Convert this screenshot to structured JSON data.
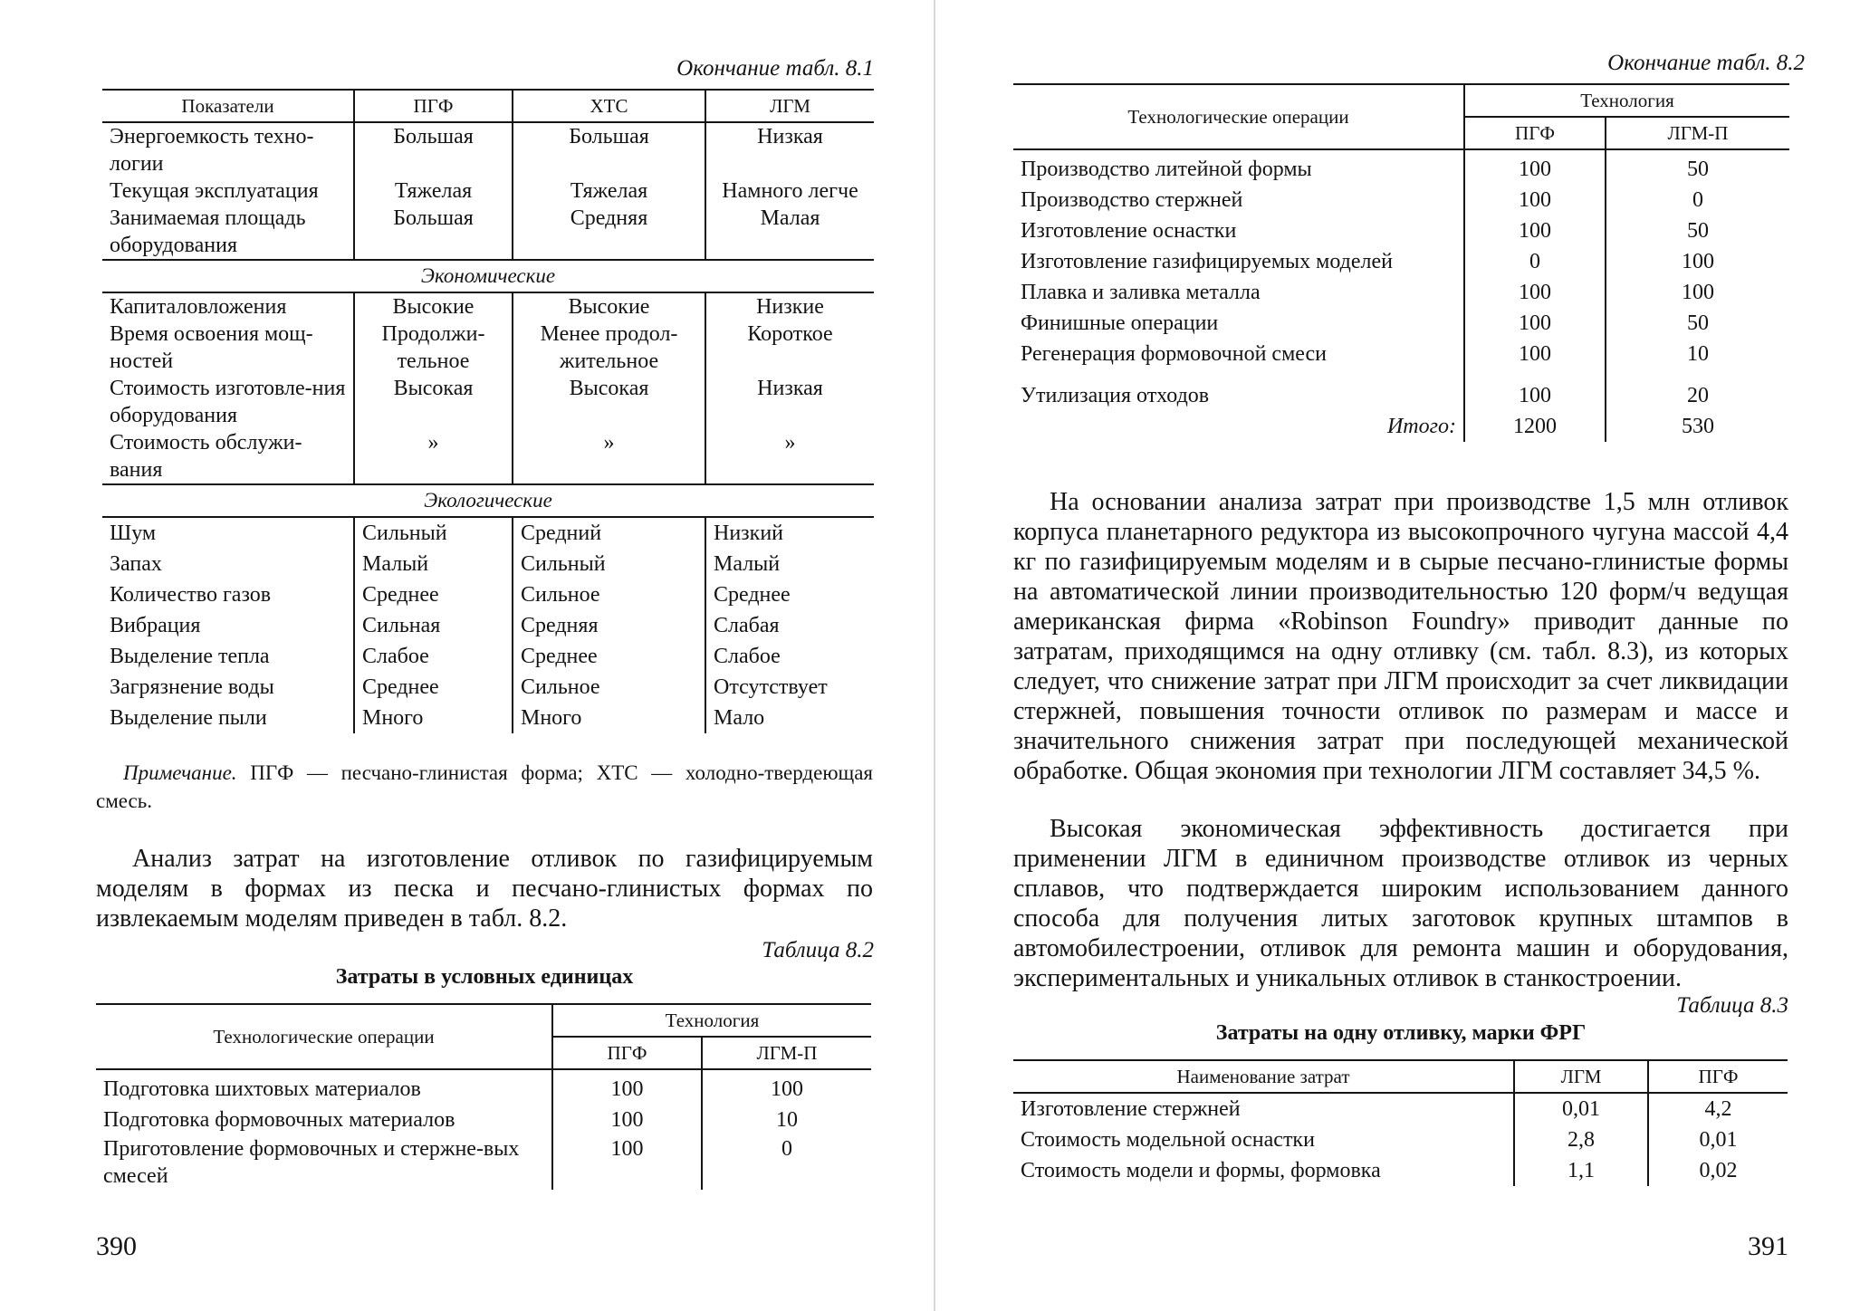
{
  "left": {
    "caption_8_1": "Окончание табл. 8.1",
    "t81": {
      "headers": [
        "Показатели",
        "ПГФ",
        "ХТС",
        "ЛГМ"
      ],
      "rows_a": [
        [
          "Энергоемкость техно-логии",
          "Большая",
          "Большая",
          "Низкая"
        ],
        [
          "Текущая эксплуатация",
          "Тяжелая",
          "Тяжелая",
          "Намного легче"
        ],
        [
          "Занимаемая площадь оборудования",
          "Большая",
          "Средняя",
          "Малая"
        ]
      ],
      "section_econ": "Экономические",
      "rows_b": [
        [
          "Капиталовложения",
          "Высокие",
          "Высокие",
          "Низкие"
        ],
        [
          "Время освоения мощ-ностей",
          "Продолжи-тельное",
          "Менее продол-жительное",
          "Короткое"
        ],
        [
          "Стоимость изготовле-ния оборудования",
          "Высокая",
          "Высокая",
          "Низкая"
        ],
        [
          "Стоимость обслужи-вания",
          "»",
          "»",
          "»"
        ]
      ],
      "section_eco": "Экологические",
      "rows_c": [
        [
          "Шум",
          "Сильный",
          "Средний",
          "Низкий"
        ],
        [
          "Запах",
          "Малый",
          "Сильный",
          "Малый"
        ],
        [
          "Количество газов",
          "Среднее",
          "Сильное",
          "Среднее"
        ],
        [
          "Вибрация",
          "Сильная",
          "Средняя",
          "Слабая"
        ],
        [
          "Выделение тепла",
          "Слабое",
          "Среднее",
          "Слабое"
        ],
        [
          "Загрязнение воды",
          "Среднее",
          "Сильное",
          "Отсутствует"
        ],
        [
          "Выделение пыли",
          "Много",
          "Много",
          "Мало"
        ]
      ]
    },
    "note_label": "Примечание.",
    "note_text": "ПГФ — песчано-глинистая форма; ХТС — холодно-твердеющая смесь.",
    "paragraph": "Анализ затрат на изготовление отливок по газифицируемым моделям в формах из песка и песчано-глинистых формах по извлекаемым моделям приведен в табл. 8.2.",
    "caption_8_2": "Таблица 8.2",
    "title_8_2": "Затраты в условных единицах",
    "t82": {
      "h_ops": "Технологические операции",
      "h_tech": "Технология",
      "h_pgf": "ПГФ",
      "h_lgm": "ЛГМ-П",
      "rows": [
        [
          "Подготовка шихтовых материалов",
          "100",
          "100"
        ],
        [
          "Подготовка формовочных материалов",
          "100",
          "10"
        ],
        [
          "Приготовление формовочных и стержне-вых смесей",
          "100",
          "0"
        ]
      ]
    },
    "page_number": "390"
  },
  "right": {
    "caption_8_2_end": "Окончание табл. 8.2",
    "t82b": {
      "h_ops": "Технологические операции",
      "h_tech": "Технология",
      "h_pgf": "ПГФ",
      "h_lgm": "ЛГМ-П",
      "rows": [
        [
          "Производство литейной формы",
          "100",
          "50"
        ],
        [
          "Производство стержней",
          "100",
          "0"
        ],
        [
          "Изготовление оснастки",
          "100",
          "50"
        ],
        [
          "Изготовление газифицируемых моделей",
          "0",
          "100"
        ],
        [
          "Плавка и заливка металла",
          "100",
          "100"
        ],
        [
          "Финишные операции",
          "100",
          "50"
        ],
        [
          "Регенерация формовочной смеси",
          "100",
          "10"
        ],
        [
          "Утилизация отходов",
          "100",
          "20"
        ]
      ],
      "total_label": "Итого:",
      "total_pgf": "1200",
      "total_lgm": "530"
    },
    "paragraph_1": "На основании анализа затрат при производстве 1,5 млн отливок корпуса планетарного редуктора из высокопрочного чугуна массой 4,4 кг по газифицируемым моделям и в сырые песчано-глинистые формы на автоматической линии производительностью 120 форм/ч ведущая американская фирма «Robinson Foundry» приводит данные по затратам, приходящимся на одну отливку (см. табл. 8.3), из которых следует, что снижение затрат при ЛГМ происходит за счет ликвидации стержней, повышения точности отливок по размерам и массе и значительного снижения затрат при последующей механической обработке. Общая экономия при технологии ЛГМ составляет 34,5 %.",
    "paragraph_2": "Высокая экономическая эффективность достигается при применении ЛГМ в единичном производстве отливок из черных сплавов, что подтверждается широким использованием данного способа для получения литых заготовок крупных штампов в автомобилестроении, отливок для ремонта машин и оборудования, экспериментальных и уникальных отливок в станкостроении.",
    "caption_8_3": "Таблица 8.3",
    "title_8_3": "Затраты на одну отливку, марки ФРГ",
    "t83": {
      "headers": [
        "Наименование затрат",
        "ЛГМ",
        "ПГФ"
      ],
      "rows": [
        [
          "Изготовление стержней",
          "0,01",
          "4,2"
        ],
        [
          "Стоимость модельной оснастки",
          "2,8",
          "0,01"
        ],
        [
          "Стоимость модели и формы, формовка",
          "1,1",
          "0,02"
        ]
      ]
    },
    "page_number": "391"
  }
}
